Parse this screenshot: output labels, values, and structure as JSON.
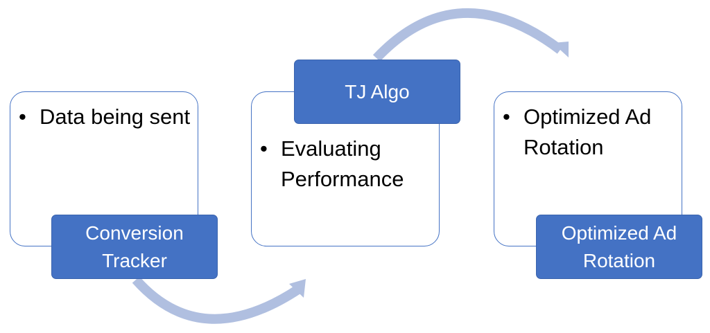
{
  "diagram": {
    "steps": [
      {
        "label": "Conversion Tracker",
        "bullets": [
          "Data being sent"
        ]
      },
      {
        "label": "TJ Algo",
        "bullets": [
          "Evaluating Performance"
        ]
      },
      {
        "label": "Optimized Ad Rotation",
        "bullets": [
          "Optimized Ad Rotation"
        ]
      }
    ],
    "colors": {
      "accent": "#4472c4",
      "arrow": "#b0bfe0"
    }
  }
}
